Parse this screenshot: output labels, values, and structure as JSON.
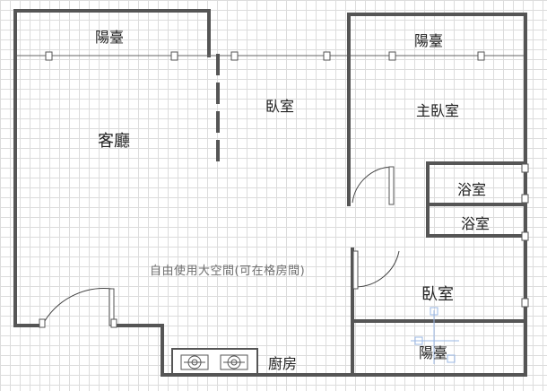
{
  "rooms": {
    "balcony_top_left": "陽臺",
    "balcony_top_right": "陽臺",
    "living_room": "客廳",
    "bedroom_center": "臥室",
    "master_bedroom": "主臥室",
    "bathroom_1": "浴室",
    "bathroom_2": "浴室",
    "bedroom_lower": "臥室",
    "balcony_bottom": "陽臺",
    "kitchen": "廚房"
  },
  "note": "自由使用大空間(可在格房間)"
}
